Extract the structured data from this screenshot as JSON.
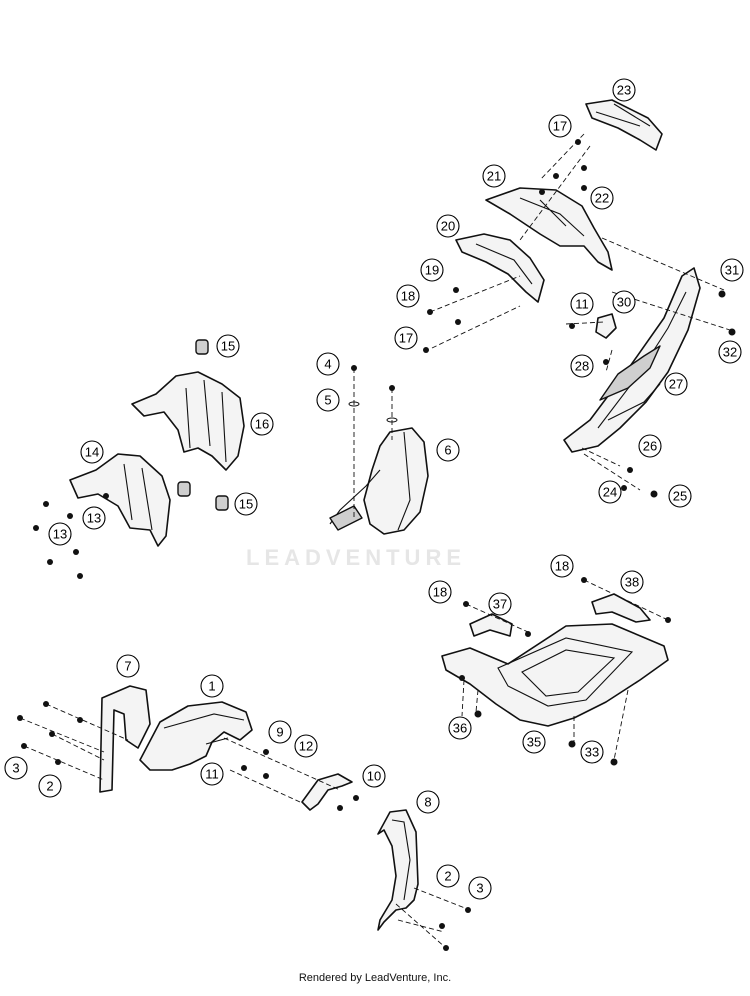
{
  "watermark": "LEADVENTURE",
  "footer": "Rendered by LeadVenture, Inc.",
  "callouts": [
    "1",
    "2",
    "3",
    "5",
    "6",
    "7",
    "8",
    "9",
    "10",
    "11",
    "12",
    "13",
    "14",
    "15",
    "16",
    "17",
    "18",
    "19",
    "20",
    "21",
    "22",
    "23",
    "24",
    "25",
    "26",
    "27",
    "28",
    "30",
    "31",
    "32",
    "33",
    "35",
    "36",
    "37",
    "38",
    "4"
  ]
}
